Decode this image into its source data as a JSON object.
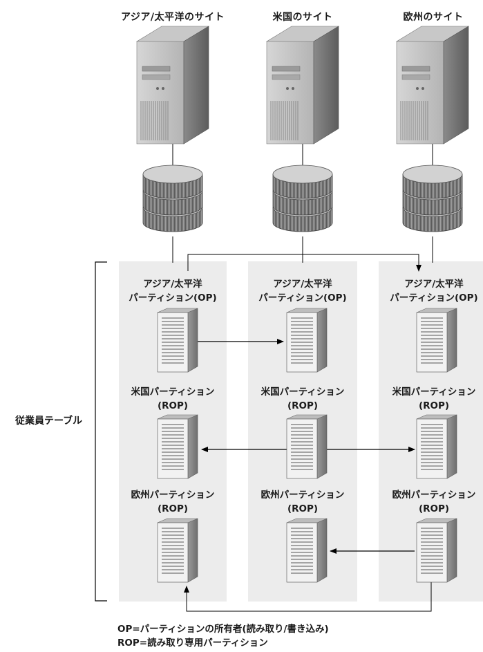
{
  "sites": [
    {
      "title": "アジア/太平洋のサイト"
    },
    {
      "title": "米国のサイト"
    },
    {
      "title": "欧州のサイト"
    }
  ],
  "partitions": {
    "asia_line1": "アジア/太平洋",
    "asia_line2": "パーティション(OP)",
    "us_line1": "米国パーティション",
    "us_line2": "(ROP)",
    "eu_line1": "欧州パーティション",
    "eu_line2": "(ROP)"
  },
  "table_label": "従業員テーブル",
  "legend": {
    "op": "OP=パーティションの所有者(読み取り/書き込み)",
    "rop": "ROP=読み取り専用パーティション"
  }
}
